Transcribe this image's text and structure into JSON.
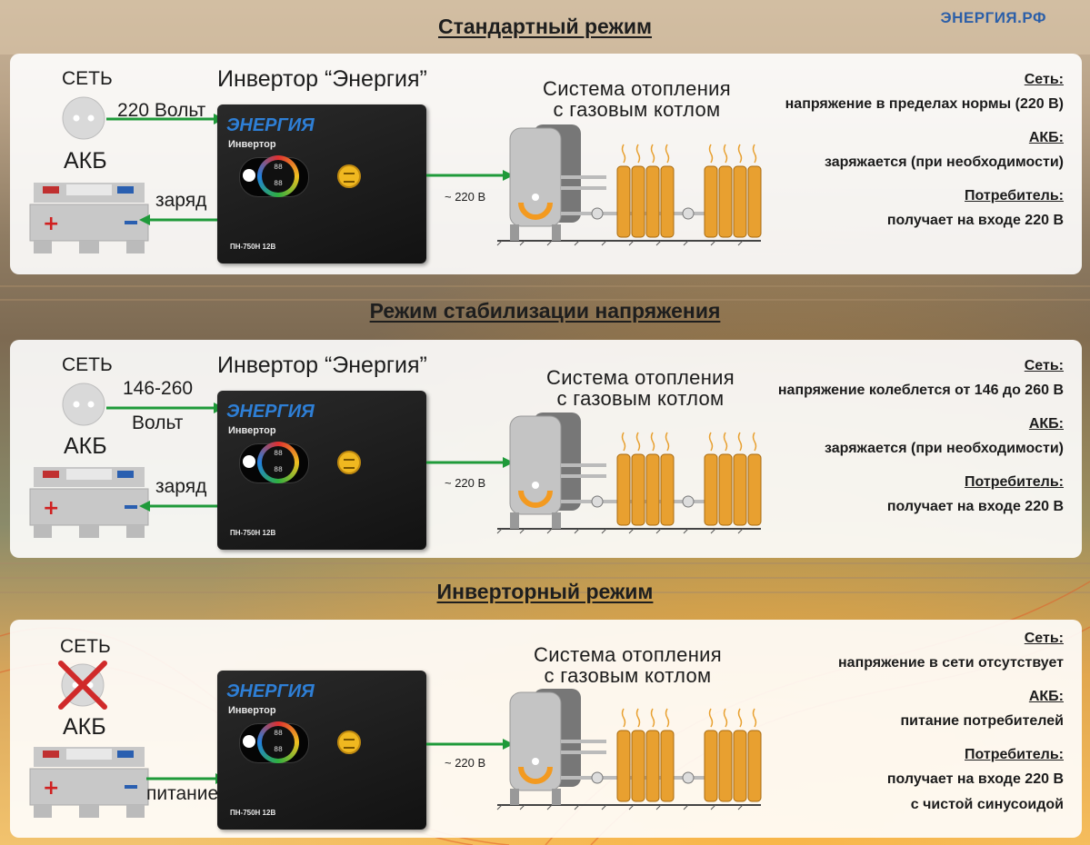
{
  "brand": "ЭНЕРГИЯ.РФ",
  "colors": {
    "arrow": "#1f9a3a",
    "inverter_brand": "#2e7fd6",
    "radiator": "#e8a030",
    "accent_orange": "#f39a20"
  },
  "common": {
    "set_label": "СЕТЬ",
    "akb_label": "АКБ",
    "inverter_title": "Инвертор “Энергия”",
    "inverter_brand": "ЭНЕРГИЯ",
    "inverter_sub": "Инвертор",
    "inverter_model": "ПН-750Н 12В",
    "system_line1": "Система  отопления",
    "system_line2": "с газовым котлом",
    "output_voltage": "~ 220 В",
    "info_set_heading": "Сеть:",
    "info_akb_heading": "АКБ:",
    "info_consumer_heading": "Потребитель:"
  },
  "modes": [
    {
      "title": "Стандартный режим",
      "input_arrow": "220 Вольт",
      "battery_arrow": "заряд",
      "info_set": "напряжение в пределах нормы (220 В)",
      "info_akb": "заряжается (при необходимости)",
      "info_consumer": "получает на входе 220 В"
    },
    {
      "title": "Режим стабилизации напряжения",
      "input_arrow_line1": "146-260",
      "input_arrow_line2": "Вольт",
      "battery_arrow": "заряд",
      "info_set": "напряжение колеблется от 146 до 260 В",
      "info_akb": "заряжается (при необходимости)",
      "info_consumer": "получает на входе 220 В"
    },
    {
      "title": "Инверторный режим",
      "battery_arrow": "питание",
      "info_set": "напряжение в сети отсутствует",
      "info_akb": "питание потребителей",
      "info_consumer_line1": "получает на входе 220 В",
      "info_consumer_line2": "с чистой синусоидой"
    }
  ]
}
